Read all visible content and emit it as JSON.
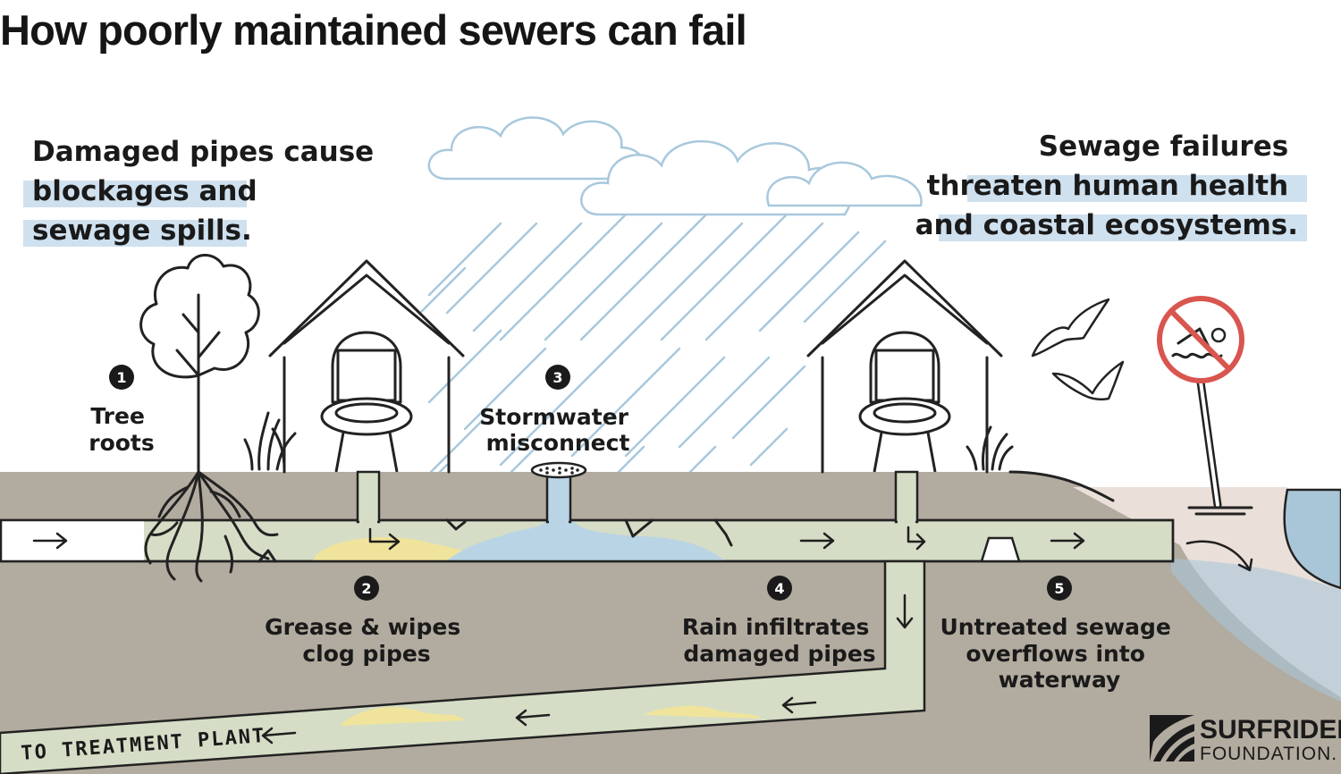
{
  "title": "How poorly maintained sewers can fail",
  "left_heading": [
    "Damaged pipes cause",
    "blockages and",
    "sewage spills."
  ],
  "right_heading": [
    "Sewage failures",
    "threaten human health",
    "and coastal ecosystems."
  ],
  "steps": [
    {
      "number": "1",
      "lines": [
        "Tree",
        "roots"
      ]
    },
    {
      "number": "2",
      "lines": [
        "Grease & wipes",
        "clog pipes"
      ]
    },
    {
      "number": "3",
      "lines": [
        "Stormwater",
        "misconnect"
      ]
    },
    {
      "number": "4",
      "lines": [
        "Rain infiltrates",
        "damaged pipes"
      ]
    },
    {
      "number": "5",
      "lines": [
        "Untreated sewage",
        "overflows into",
        "waterway"
      ]
    }
  ],
  "treatment_label": "TO TREATMENT PLANT",
  "logo": {
    "line1": "SURFRIDER",
    "line2": "FOUNDATION."
  },
  "colors": {
    "ground": "#b2ab9f",
    "pipe_water": "#d6ddc6",
    "grease": "#f0e49c",
    "stormwater": "#b9d4e4",
    "sea": "#a9c6d8",
    "beach": "#eadfd9",
    "highlight": "#cfe0ee",
    "no_swim_red": "#d9554f"
  },
  "icons": [
    "tree-icon",
    "house-icon",
    "toilet-icon",
    "cloud-icon",
    "storm-drain-icon",
    "seagull-icon",
    "no-swimming-sign-icon",
    "grass-icon"
  ]
}
